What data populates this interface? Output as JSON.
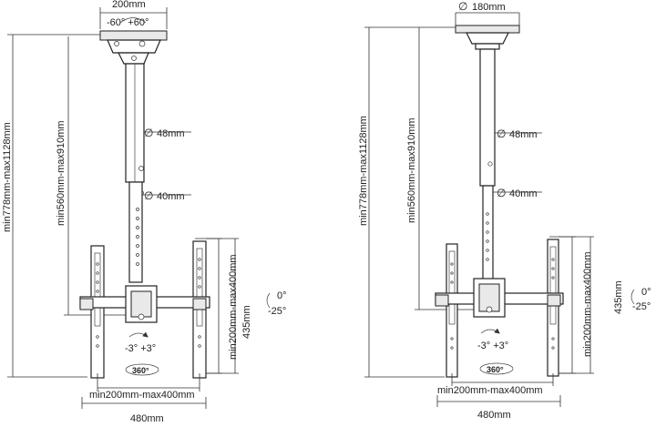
{
  "left": {
    "top_plate_width": "200mm",
    "tilt_range": "-60° +60°",
    "total_height": "min778mm-max1128mm",
    "pole_height": "min560mm-max910mm",
    "outer_tube": "48mm",
    "inner_tube": "40mm",
    "roll": "-3° +3°",
    "rotation": "360°",
    "screen_tilt_up": "0°",
    "screen_tilt_down": "-25°",
    "bracket_height": "435mm",
    "vesa_vertical": "min200mm-max400mm",
    "vesa_horizontal": "min200mm-max400mm",
    "overall_width": "480mm"
  },
  "right": {
    "base_diameter": "180mm",
    "total_height": "min778mm-max1128mm",
    "pole_height": "min560mm-max910mm",
    "outer_tube": "48mm",
    "inner_tube": "40mm",
    "roll": "-3° +3°",
    "rotation": "360°",
    "screen_tilt_up": "0°",
    "screen_tilt_down": "-25°",
    "bracket_height": "435mm",
    "vesa_vertical": "min200mm-max400mm",
    "vesa_horizontal": "min200mm-max400mm",
    "overall_width": "480mm"
  },
  "symbols": {
    "diameter": "∅"
  }
}
